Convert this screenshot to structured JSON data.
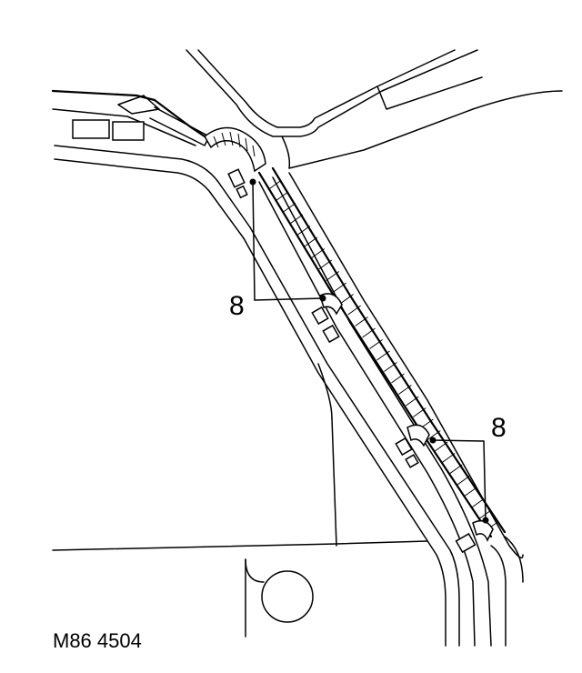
{
  "figure": {
    "reference_code": "M86 4504",
    "callouts": [
      {
        "id": "callout-upper",
        "label": "8"
      },
      {
        "id": "callout-lower",
        "label": "8"
      }
    ]
  }
}
